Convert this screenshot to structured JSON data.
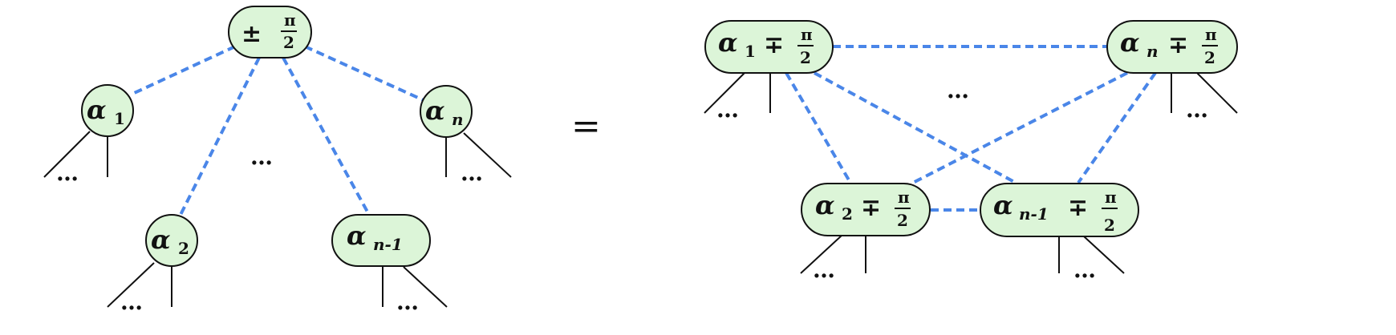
{
  "left_tree": {
    "root": {
      "sign": "±",
      "numerator": "π",
      "denominator": "2"
    },
    "nodes": [
      {
        "greek": "α",
        "sub": "1"
      },
      {
        "greek": "α",
        "sub": "2"
      },
      {
        "greek": "α",
        "sub": "n-1"
      },
      {
        "greek": "α",
        "sub": "n"
      }
    ],
    "ellipsis": "…",
    "leaf_ellipsis": "…"
  },
  "equals": "=",
  "right_graph": {
    "nodes": [
      {
        "greek": "α",
        "sub": "1",
        "sign": "∓",
        "numerator": "π",
        "denominator": "2"
      },
      {
        "greek": "α",
        "sub": "n",
        "sign": "∓",
        "numerator": "π",
        "denominator": "2"
      },
      {
        "greek": "α",
        "sub": "2",
        "sign": "∓",
        "numerator": "π",
        "denominator": "2"
      },
      {
        "greek": "α",
        "sub": "n-1",
        "sign": "∓",
        "numerator": "π",
        "denominator": "2"
      }
    ],
    "ellipsis": "…",
    "leaf_ellipsis": "…"
  },
  "colors": {
    "node_fill": "#dcf5d8",
    "node_stroke": "#111111",
    "edge_color": "#4a86e8"
  }
}
